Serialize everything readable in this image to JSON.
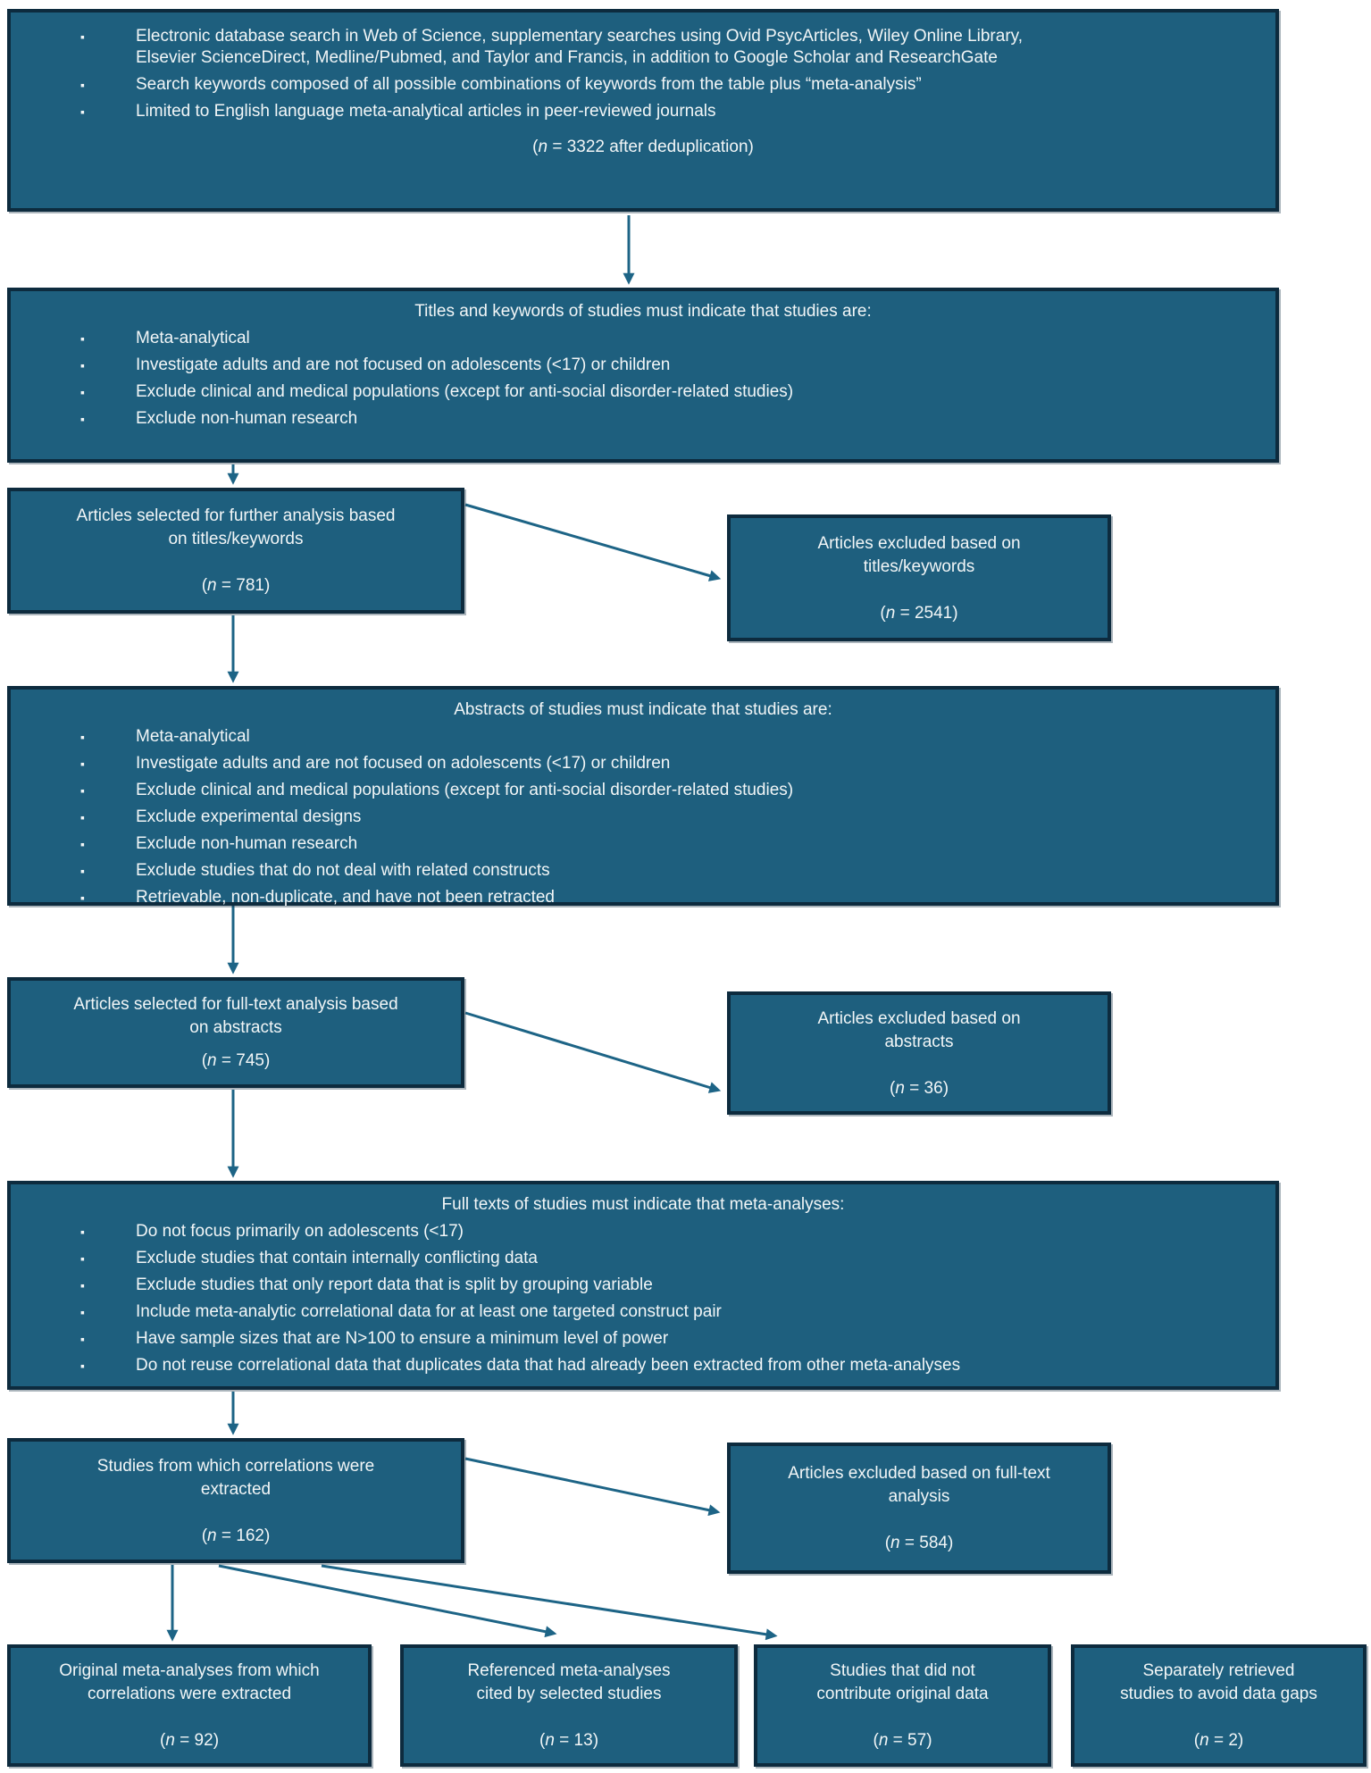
{
  "labels": {
    "open_paren": "(",
    "n": "n",
    "eq": " = ",
    "close_paren": ")"
  },
  "colors": {
    "box_fill": "#1e5f7e",
    "box_border": "#0d2b3e",
    "arrow": "#1d6486",
    "text": "#f2f6f7",
    "page_bg": "#ffffff"
  },
  "boxes": {
    "search": {
      "bullets": [
        "Electronic database search in Web of Science, supplementary searches using Ovid PsycArticles, Wiley Online Library, Elsevier ScienceDirect, Medline/Pubmed, and Taylor and Francis, in addition to Google Scholar and ResearchGate",
        "Search keywords composed of all possible combinations of keywords from the table plus “meta-analysis”",
        "Limited to English language meta-analytical articles in peer-reviewed journals"
      ],
      "count_value": "3322 after deduplication"
    },
    "titles_criteria": {
      "header": "Titles and keywords of studies must indicate that studies are:",
      "bullets": [
        "Meta-analytical",
        "Investigate adults and are not focused on adolescents (<17) or children",
        "Exclude clinical and medical populations (except for anti-social disorder-related studies)",
        "Exclude non-human research"
      ]
    },
    "selected_titles": {
      "lines": [
        "Articles selected for further analysis based",
        "on titles/keywords"
      ],
      "count_value": "781"
    },
    "excluded_titles": {
      "lines": [
        "Articles excluded based on",
        "titles/keywords"
      ],
      "count_value": "2541"
    },
    "abstracts_criteria": {
      "header": "Abstracts of studies must indicate that studies are:",
      "bullets": [
        "Meta-analytical",
        "Investigate adults and are not focused on adolescents (<17) or children",
        "Exclude clinical and medical populations (except for anti-social disorder-related studies)",
        "Exclude experimental designs",
        "Exclude non-human research",
        "Exclude studies that do not deal with related constructs",
        "Retrievable, non-duplicate, and have not been retracted"
      ]
    },
    "selected_abstracts": {
      "lines": [
        "Articles selected for full-text analysis based",
        "on abstracts"
      ],
      "count_value": "745"
    },
    "excluded_abstracts": {
      "lines": [
        "Articles excluded based on",
        "abstracts"
      ],
      "count_value": "36"
    },
    "fulltext_criteria": {
      "header": "Full texts of studies must indicate that meta-analyses:",
      "bullets": [
        "Do not focus primarily on adolescents (<17)",
        "Exclude studies that contain internally conflicting data",
        "Exclude studies that only report data that is split by grouping variable",
        "Include meta-analytic correlational data for at least one targeted construct pair",
        "Have sample sizes that are N>100 to ensure a minimum level of power",
        "Do not reuse correlational data that duplicates data that had already been extracted from other meta-analyses"
      ]
    },
    "extracted": {
      "lines": [
        "Studies from which correlations were",
        "extracted"
      ],
      "count_value": "162"
    },
    "excluded_fulltext": {
      "lines": [
        "Articles excluded based on full-text",
        "analysis"
      ],
      "count_value": "584"
    },
    "original_meta": {
      "lines": [
        "Original meta-analyses from which",
        "correlations were extracted"
      ],
      "count_value": "92"
    },
    "referenced_meta": {
      "lines": [
        "Referenced meta-analyses",
        "cited by selected studies"
      ],
      "count_value": "13"
    },
    "no_original": {
      "lines": [
        "Studies that did not",
        "contribute original data"
      ],
      "count_value": "57"
    },
    "separately_retrieved": {
      "lines": [
        "Separately retrieved",
        "studies to avoid data gaps"
      ],
      "count_value": "2"
    }
  }
}
